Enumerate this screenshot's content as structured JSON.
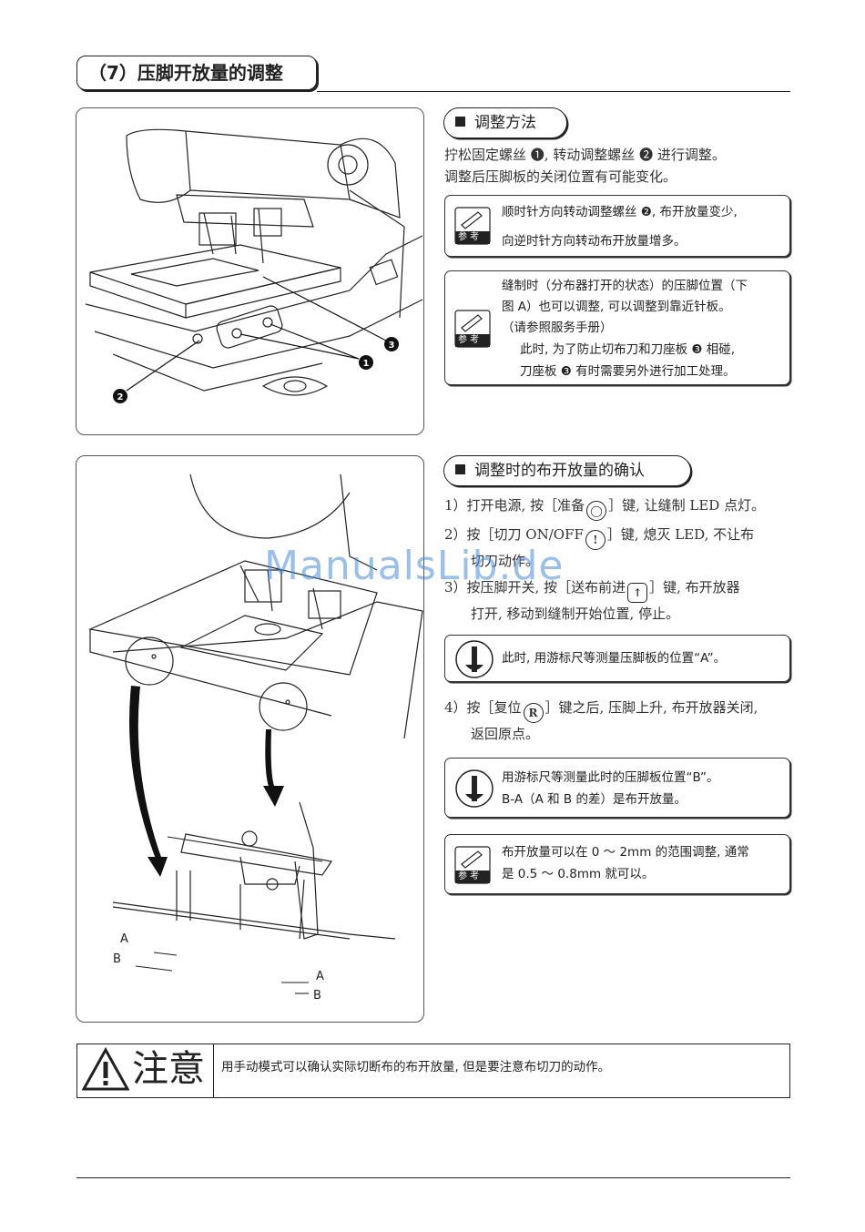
{
  "section": {
    "title": "（7）压脚开放量的调整"
  },
  "part1": {
    "heading": "调整方法",
    "intro_line1": "拧松固定螺丝 ❶, 转动调整螺丝 ❷ 进行调整。",
    "intro_line2": "调整后压脚板的关闭位置有可能变化。",
    "ref_label": "参 考",
    "note1_line1": "顺时针方向转动调整螺丝 ❷, 布开放量变少,",
    "note1_line2": "向逆时针方向转动布开放量增多。",
    "note2_line1": "缝制时（分布器打开的状态）的压脚位置（下",
    "note2_line2": "图 A）也可以调整, 可以调整到靠近针板。",
    "note2_line3": "（请参照服务手册）",
    "note2_line4": "此时, 为了防止切布刀和刀座板 ❸ 相碰,",
    "note2_line5": "刀座板 ❸ 有时需要另外进行加工处理。",
    "fig_callouts": [
      "❶",
      "❷",
      "❸"
    ]
  },
  "part2": {
    "heading": "调整时的布开放量的确认",
    "step1": "1）打开电源, 按［准备",
    "step1_tail": "］键, 让缝制 LED 点灯。",
    "step2": "2）按［切刀 ON/OFF",
    "step2_tail": "］键, 熄灭 LED, 不让布",
    "step2_cont": "切刀动作。",
    "step3": "3）按压脚开关, 按［送布前进",
    "step3_tail": "］键, 布开放器",
    "step3_cont": "打开, 移动到缝制开始位置, 停止。",
    "caution_label": "注意",
    "caution1": "此时, 用游标尺等测量压脚板的位置“A”。",
    "step4": "4）按［复位",
    "step4_key": "R",
    "step4_tail": "］键之后, 压脚上升, 布开放器关闭,",
    "step4_cont": "返回原点。",
    "caution2_line1": "用游标尺等测量此时的压脚板位置“B”。",
    "caution2_line2": "B-A（A 和 B 的差）是布开放量。",
    "ref_label": "参 考",
    "ref3_line1": "布开放量可以在 0 ～ 2mm 的范围调整, 通常",
    "ref3_line2": "是 0.5 ～ 0.8mm 就可以。",
    "fig_labels": {
      "a": "A",
      "b": "B"
    }
  },
  "warning": {
    "label": "注意",
    "text": "用手动模式可以确认实际切断布的布开放量, 但是要注意布切刀的动作。"
  },
  "watermark": "ManualsLib.de"
}
